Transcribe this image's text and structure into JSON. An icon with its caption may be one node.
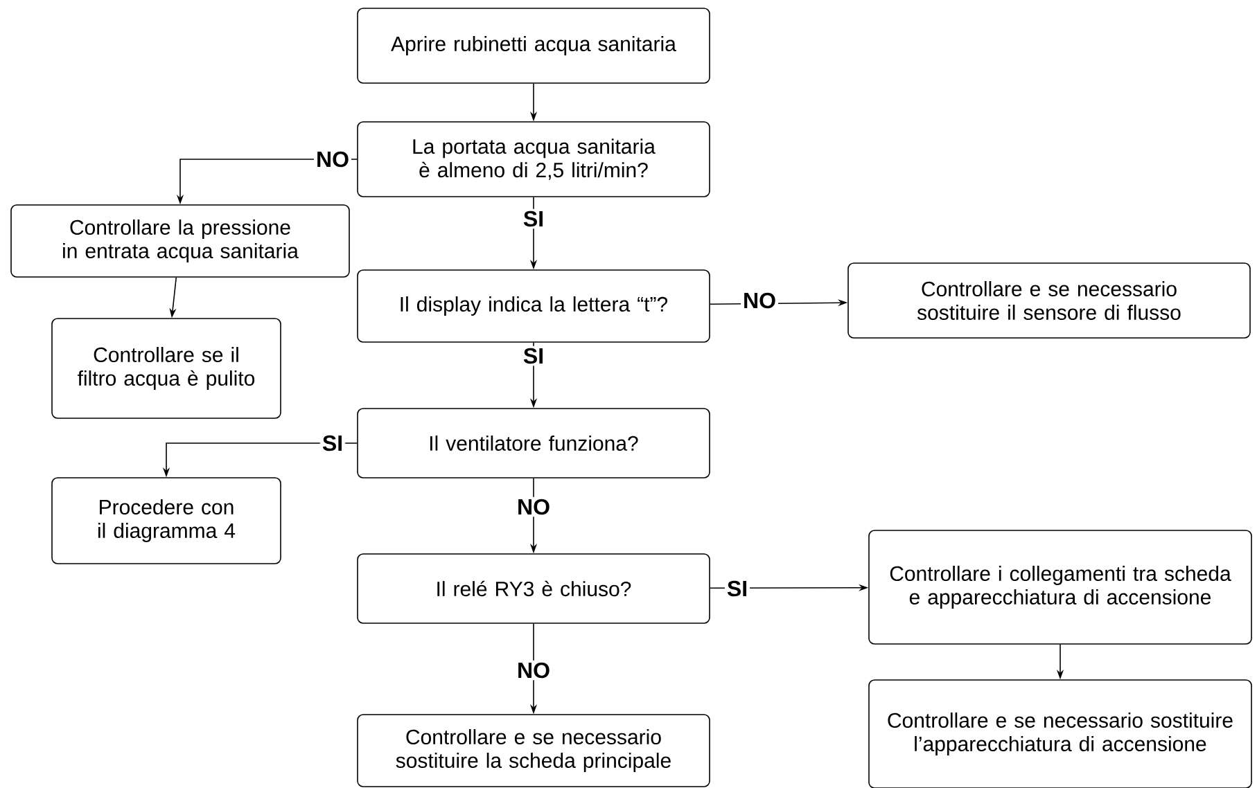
{
  "diagram": {
    "nodes": [
      {
        "text": [
          "Aprire rubinetti acqua sanitaria"
        ]
      },
      {
        "text": [
          "La portata acqua sanitaria è almeno di 2,5 litri/min?"
        ]
      },
      {
        "text": [
          "Controllare la pressione in entrata acqua sanitaria"
        ]
      },
      {
        "text": [
          "Controllare se il filtro acqua è pulito"
        ]
      },
      {
        "text": [
          "Il display indica la lettera “t”?"
        ]
      },
      {
        "text": [
          "Controllare e se necessario sostituire il sensore di flusso"
        ]
      },
      {
        "text": [
          "Il ventilatore funziona?"
        ]
      },
      {
        "text": [
          "Procedere con il diagramma 4"
        ]
      },
      {
        "text": [
          "Il relé RY3 è chiuso?"
        ]
      },
      {
        "text": [
          "Controllare i collegamenti tra scheda e apparecchiatura di accensione"
        ]
      },
      {
        "text": [
          "Controllare e se necessario sostituire l’apparecchiatura di accensione"
        ]
      },
      {
        "text": [
          "Controllare e se necessario sostituire la scheda principale"
        ]
      }
    ],
    "edges": [
      {
        "from": 0,
        "to": 1,
        "arrow": "to"
      },
      {
        "from": 1,
        "to": 2,
        "arrow": "to",
        "label": "NO"
      },
      {
        "from": 1,
        "to": 4,
        "arrow": "to",
        "label": "SI"
      },
      {
        "from": 2,
        "to": 3,
        "arrow": "to"
      },
      {
        "from": 4,
        "to": 5,
        "arrow": "to",
        "label": "NO"
      },
      {
        "from": 4,
        "to": 6,
        "arrow": "to",
        "label": "SI"
      },
      {
        "from": 6,
        "to": 7,
        "arrow": "to",
        "label": "SI"
      },
      {
        "from": 6,
        "to": 8,
        "arrow": "to",
        "label": "NO"
      },
      {
        "from": 8,
        "to": 9,
        "arrow": "to",
        "label": "SI"
      },
      {
        "from": 8,
        "to": 11,
        "arrow": "to",
        "label": "NO"
      },
      {
        "from": 9,
        "to": 10,
        "arrow": "to"
      }
    ]
  }
}
